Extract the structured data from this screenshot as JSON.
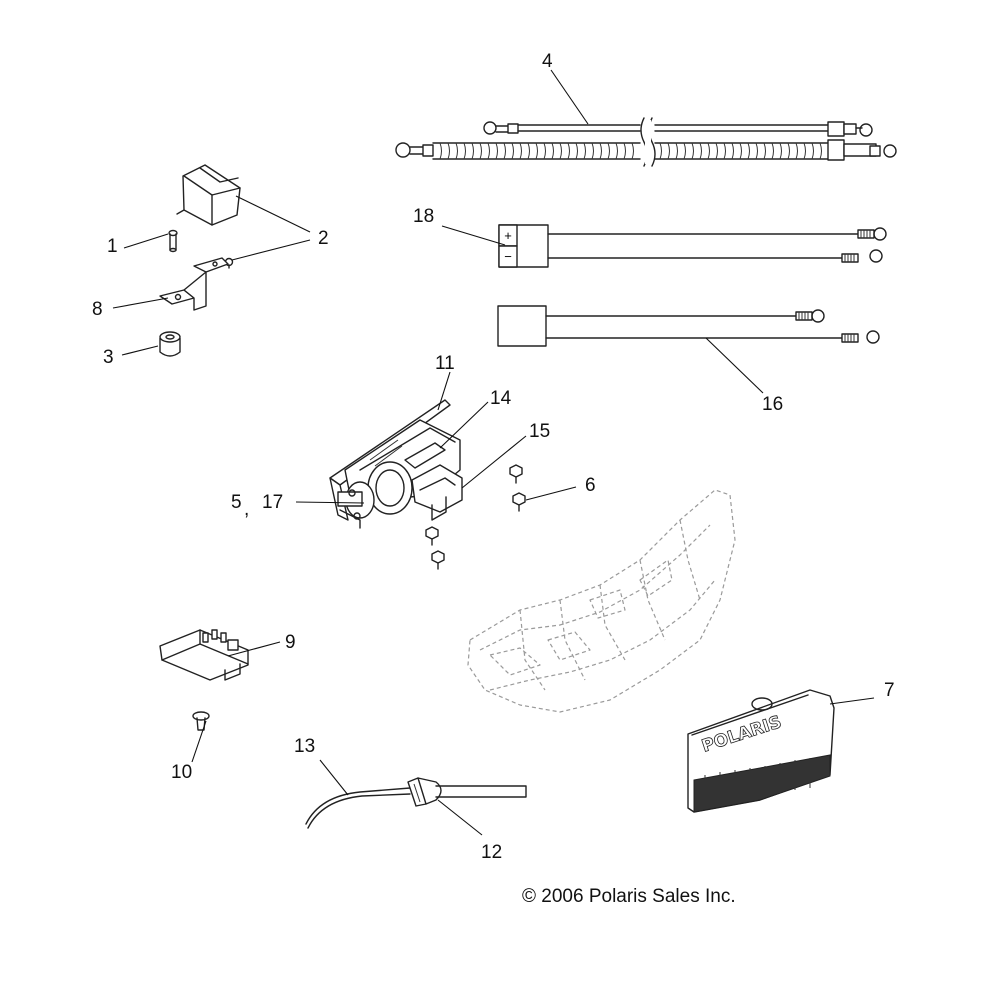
{
  "callouts": {
    "c1": "1",
    "c2": "2",
    "c3": "3",
    "c4": "4",
    "c5": "5",
    "c5_sep": ",",
    "c6": "6",
    "c7": "7",
    "c8": "8",
    "c9": "9",
    "c10": "10",
    "c11": "11",
    "c12": "12",
    "c13": "13",
    "c14": "14",
    "c15": "15",
    "c16": "16",
    "c17": "17",
    "c18": "18"
  },
  "battery_symbols": {
    "plus": "+",
    "minus": "−"
  },
  "plate_text": "POLARIS",
  "copyright": "© 2006 Polaris Sales Inc."
}
